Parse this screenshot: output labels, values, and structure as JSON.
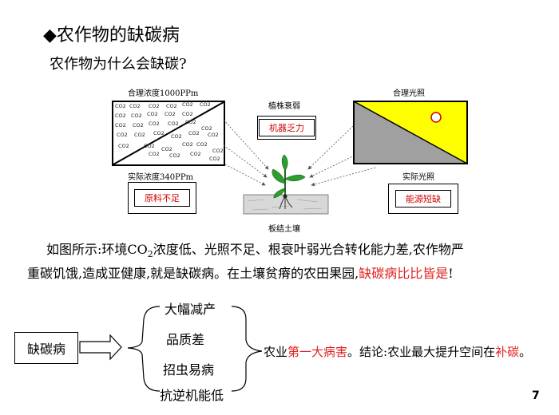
{
  "title": "◆农作物的缺碳病",
  "subtitle": "农作物为什么会缺碳?",
  "diagram": {
    "left_top_label": "合理浓度1000PPm",
    "left_bottom_label": "实际浓度340PPm",
    "left_box_text": "原料不足",
    "co2_label": "CO2",
    "middle_top_label": "植株衰弱",
    "middle_box_text": "机器乏力",
    "middle_bottom_label": "板结土壤",
    "right_top_label": "合理光照",
    "right_bottom_label": "实际光照",
    "right_box_text": "能源短缺"
  },
  "paragraph": {
    "line1_a": "如图所示:环境CO",
    "line1_sub": "2",
    "line1_b": "浓度低、光照不足、根衰叶弱光合转化能力差,农作物严",
    "line2_a": "重碳饥饿,造成亚健康,就是缺碳病。在土壤贫瘠的农田果园,",
    "line2_red": "缺碳病比比皆是",
    "line2_end": "!"
  },
  "flow": {
    "disease_label": "缺碳病",
    "effects": [
      "大幅减产",
      "品质差",
      "招虫易病",
      "抗逆机能低"
    ],
    "conclusion_a": "农业",
    "conclusion_red1": "第一大病害",
    "conclusion_b": "。结论:农业最大提升空间在",
    "conclusion_red2": "补碳",
    "conclusion_end": "。"
  },
  "colors": {
    "accent_red": "#e02020",
    "sun_yellow": "#ffff00",
    "shade_gray": "#a0a0a0"
  },
  "page_number": "7"
}
